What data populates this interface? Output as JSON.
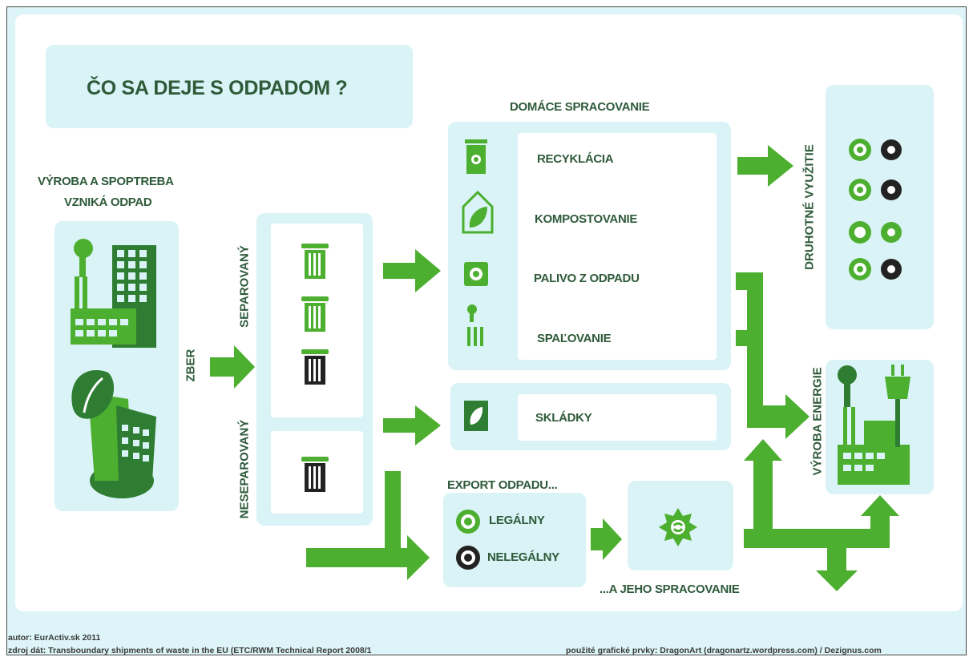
{
  "title": "ČO SA DEJE S ODPADOM ?",
  "source_label": "VÝROBA A SPOPTREBA\nVZNIKÁ ODPAD",
  "source_line1": "VÝROBA A SPOPTREBA",
  "source_line2": "VZNIKÁ ODPAD",
  "collection": "ZBER",
  "separated": "SEPAROVANÝ",
  "unseparated": "NESEPAROVANÝ",
  "domestic_processing": {
    "heading": "DOMÁCE SPRACOVANIE",
    "items": [
      "RECYKLÁCIA",
      "KOMPOSTOVANIE",
      "PALIVO Z ODPADU",
      "SPAĽOVANIE"
    ]
  },
  "landfill": "SKLÁDKY",
  "export": {
    "heading": "EXPORT ODPADU...",
    "legal": "LEGÁLNY",
    "illegal": "NELEGÁLNY",
    "processing": "...A JEHO SPRACOVANIE"
  },
  "secondary_use": "DRUHOTNÉ VYUŽITIE",
  "energy": "VÝROBA ENERGIE",
  "footer": {
    "author": "autor: EurActiv.sk 2011",
    "source": "zdroj dát: Transboundary shipments of waste in the EU (ETC/RWM Technical Report 2008/1",
    "credits": "použité grafické prvky: DragonArt (dragonartz.wordpress.com) / Dezignus.com"
  },
  "colors": {
    "green": "#4caf2f",
    "dark_green": "#2e7d32",
    "panel": "#d9f3f6",
    "text": "#2e5a3a"
  }
}
